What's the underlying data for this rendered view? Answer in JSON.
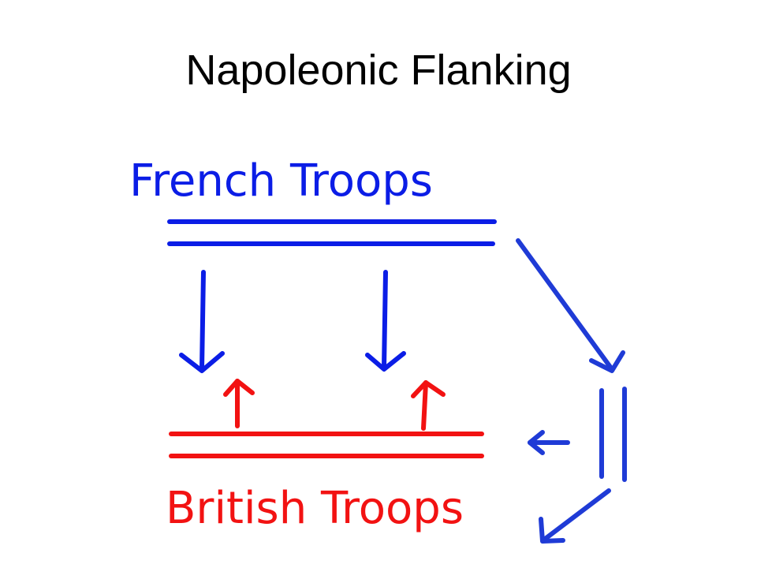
{
  "title": "Napoleonic Flanking",
  "colors": {
    "french": "#0b1de6",
    "british": "#f21212",
    "flank": "#1f3bd6",
    "title": "#000000"
  },
  "groups": {
    "french": {
      "label": "French Troops"
    },
    "british": {
      "label": "British Troops"
    }
  }
}
